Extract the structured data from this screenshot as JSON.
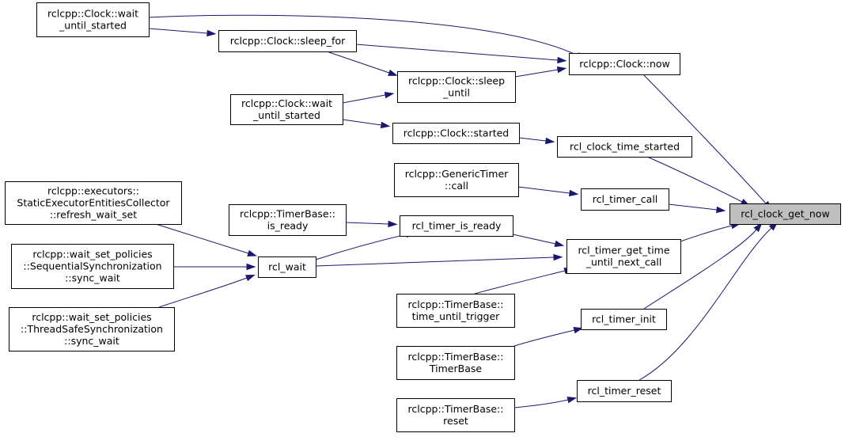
{
  "graph": {
    "direction": "caller-graph",
    "arrow_color": "#191970",
    "root_fill": "#bfbfbf",
    "nodes": [
      {
        "id": "rcl_clock_get_now",
        "lines": [
          "rcl_clock_get_now"
        ],
        "root": true
      },
      {
        "id": "clock_now",
        "lines": [
          "rclcpp::Clock::now"
        ]
      },
      {
        "id": "rcl_clock_time_started",
        "lines": [
          "rcl_clock_time_started"
        ]
      },
      {
        "id": "rcl_timer_call",
        "lines": [
          "rcl_timer_call"
        ]
      },
      {
        "id": "rcl_timer_get_time_until_next_call",
        "lines": [
          "rcl_timer_get_time",
          "_until_next_call"
        ]
      },
      {
        "id": "rcl_timer_init",
        "lines": [
          "rcl_timer_init"
        ]
      },
      {
        "id": "rcl_timer_reset",
        "lines": [
          "rcl_timer_reset"
        ]
      },
      {
        "id": "clock_wait_until_started_top",
        "lines": [
          "rclcpp::Clock::wait",
          "_until_started"
        ]
      },
      {
        "id": "clock_sleep_for",
        "lines": [
          "rclcpp::Clock::sleep_for"
        ]
      },
      {
        "id": "clock_sleep_until",
        "lines": [
          "rclcpp::Clock::sleep",
          "_until"
        ]
      },
      {
        "id": "clock_wait_until_started_mid",
        "lines": [
          "rclcpp::Clock::wait",
          "_until_started"
        ]
      },
      {
        "id": "clock_started",
        "lines": [
          "rclcpp::Clock::started"
        ]
      },
      {
        "id": "generic_timer_call",
        "lines": [
          "rclcpp::GenericTimer",
          "::call"
        ]
      },
      {
        "id": "rcl_timer_is_ready",
        "lines": [
          "rcl_timer_is_ready"
        ]
      },
      {
        "id": "timerbase_is_ready",
        "lines": [
          "rclcpp::TimerBase::",
          "is_ready"
        ]
      },
      {
        "id": "rcl_wait",
        "lines": [
          "rcl_wait"
        ]
      },
      {
        "id": "refresh_wait_set",
        "lines": [
          "rclcpp::executors::",
          "StaticExecutorEntitiesCollector",
          "::refresh_wait_set"
        ]
      },
      {
        "id": "seq_sync_wait",
        "lines": [
          "rclcpp::wait_set_policies",
          "::SequentialSynchronization",
          "::sync_wait"
        ]
      },
      {
        "id": "ts_sync_wait",
        "lines": [
          "rclcpp::wait_set_policies",
          "::ThreadSafeSynchronization",
          "::sync_wait"
        ]
      },
      {
        "id": "time_until_trigger",
        "lines": [
          "rclcpp::TimerBase::",
          "time_until_trigger"
        ]
      },
      {
        "id": "timerbase_ctor",
        "lines": [
          "rclcpp::TimerBase::",
          "TimerBase"
        ]
      },
      {
        "id": "timerbase_reset",
        "lines": [
          "rclcpp::TimerBase::",
          "reset"
        ]
      }
    ],
    "edges": [
      {
        "from": "clock_now",
        "to": "rcl_clock_get_now"
      },
      {
        "from": "rcl_clock_time_started",
        "to": "rcl_clock_get_now"
      },
      {
        "from": "rcl_timer_call",
        "to": "rcl_clock_get_now"
      },
      {
        "from": "rcl_timer_get_time_until_next_call",
        "to": "rcl_clock_get_now"
      },
      {
        "from": "rcl_timer_init",
        "to": "rcl_clock_get_now"
      },
      {
        "from": "rcl_timer_reset",
        "to": "rcl_clock_get_now"
      },
      {
        "from": "clock_wait_until_started_top",
        "to": "clock_now"
      },
      {
        "from": "clock_sleep_for",
        "to": "clock_now"
      },
      {
        "from": "clock_sleep_until",
        "to": "clock_now"
      },
      {
        "from": "clock_wait_until_started_top",
        "to": "clock_sleep_for"
      },
      {
        "from": "clock_sleep_for",
        "to": "clock_sleep_until"
      },
      {
        "from": "clock_wait_until_started_mid",
        "to": "clock_sleep_until"
      },
      {
        "from": "clock_wait_until_started_mid",
        "to": "clock_started"
      },
      {
        "from": "clock_started",
        "to": "rcl_clock_time_started"
      },
      {
        "from": "generic_timer_call",
        "to": "rcl_timer_call"
      },
      {
        "from": "rcl_timer_is_ready",
        "to": "rcl_timer_get_time_until_next_call"
      },
      {
        "from": "rcl_wait",
        "to": "rcl_timer_get_time_until_next_call"
      },
      {
        "from": "time_until_trigger",
        "to": "rcl_timer_get_time_until_next_call"
      },
      {
        "from": "timerbase_is_ready",
        "to": "rcl_timer_is_ready"
      },
      {
        "from": "rcl_wait",
        "to": "rcl_timer_is_ready"
      },
      {
        "from": "refresh_wait_set",
        "to": "rcl_wait"
      },
      {
        "from": "seq_sync_wait",
        "to": "rcl_wait"
      },
      {
        "from": "ts_sync_wait",
        "to": "rcl_wait"
      },
      {
        "from": "timerbase_ctor",
        "to": "rcl_timer_init"
      },
      {
        "from": "timerbase_reset",
        "to": "rcl_timer_reset"
      }
    ]
  }
}
